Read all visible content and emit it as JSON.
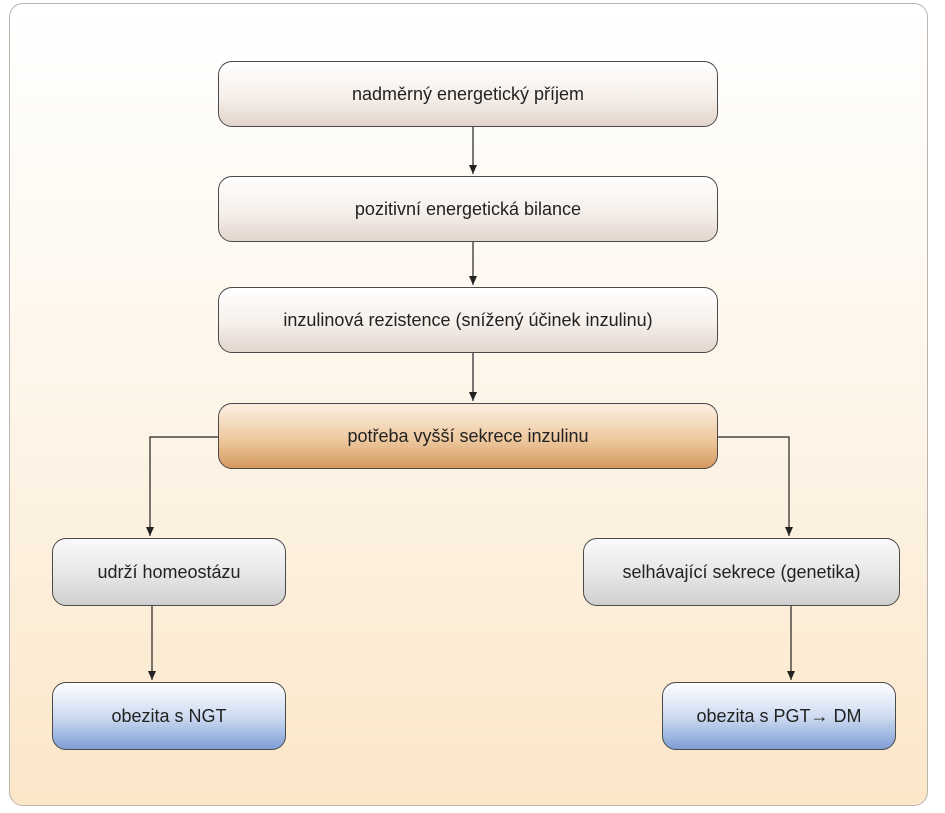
{
  "nodes": {
    "intake": "nadměrný energetický příjem",
    "balance": "pozitivní energetická bilance",
    "resistance": "inzulinová rezistence (snížený účinek inzulinu)",
    "need": "potřeba vyšší sekrece inzulinu",
    "homeostasis": "udrží homeostázu",
    "failing": "selhávající sekrece (genetika)",
    "ngt": "obezita s NGT",
    "pgt": "obezita s PGT→ DM"
  },
  "colors": {
    "main_box": "#f3ebe5",
    "key_box": "#e7b885",
    "branch_box": "#e4e4e4",
    "outcome_box": "#a9bfe6",
    "background": "#fdf1dd"
  }
}
